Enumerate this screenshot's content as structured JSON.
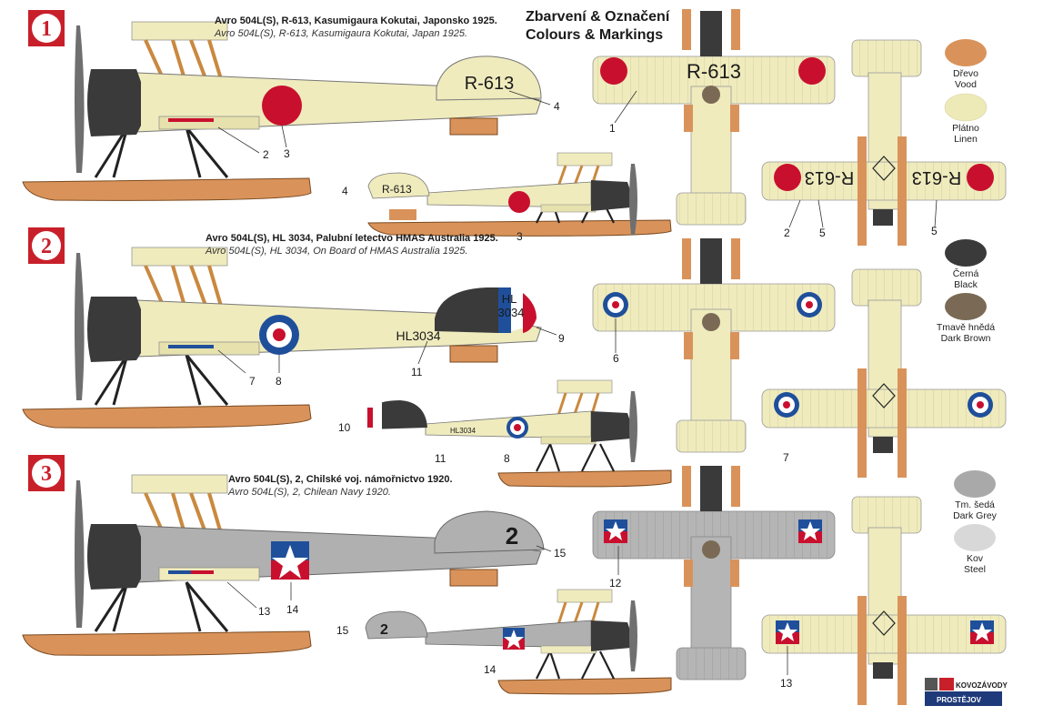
{
  "header": {
    "title_cz": "Zbarvení & Označení",
    "title_en": "Colours & Markings"
  },
  "schemes": [
    {
      "number": "1",
      "caption_cz": "Avro 504L(S), R-613, Kasumigaura Kokutai, Japonsko 1925.",
      "caption_en": "Avro 504L(S), R-613, Kasumigaura Kokutai, Japan 1925.",
      "fuselage_code": "R-613",
      "callouts": [
        "1",
        "2",
        "3",
        "4",
        "5"
      ]
    },
    {
      "number": "2",
      "caption_cz": "Avro 504L(S), HL 3034, Palubní letectvo HMAS Australia  1925.",
      "caption_en": "Avro 504L(S), HL 3034, On Board of HMAS Australia 1925.",
      "fuselage_code": "HL3034",
      "rudder_code_1": "HL",
      "rudder_code_2": "3034",
      "callouts": [
        "6",
        "7",
        "8",
        "9",
        "10",
        "11"
      ]
    },
    {
      "number": "3",
      "caption_cz": "Avro 504L(S), 2, Chilské voj. námořnictvo 1920.",
      "caption_en": "Avro 504L(S), 2, Chilean Navy 1920.",
      "fuselage_code": "2",
      "callouts": [
        "12",
        "13",
        "14",
        "15"
      ]
    }
  ],
  "swatches": [
    {
      "cz": "Dřevo",
      "en": "Vood",
      "color": "#d9935a"
    },
    {
      "cz": "Plátno",
      "en": "Linen",
      "color": "#eeeab8"
    },
    {
      "cz": "Černá",
      "en": "Black",
      "color": "#3a3a3a"
    },
    {
      "cz": "Tmavě hnědá",
      "en": "Dark Brown",
      "color": "#7a6a55"
    },
    {
      "cz": "Tm. šedá",
      "en": "Dark Grey",
      "color": "#a9a9a9"
    },
    {
      "cz": "Kov",
      "en": "Steel",
      "color": "#d8d8d8"
    }
  ],
  "logo": {
    "line1": "KOVOZÁVODY",
    "line2": "PROSTĚJOV"
  },
  "colors": {
    "linen": "#efebbd",
    "wood": "#d9935a",
    "black": "#3a3a3a",
    "grey": "#b0b0b0",
    "red": "#c8102e",
    "blue": "#1f4f9a",
    "badge_red": "#c8202a"
  }
}
